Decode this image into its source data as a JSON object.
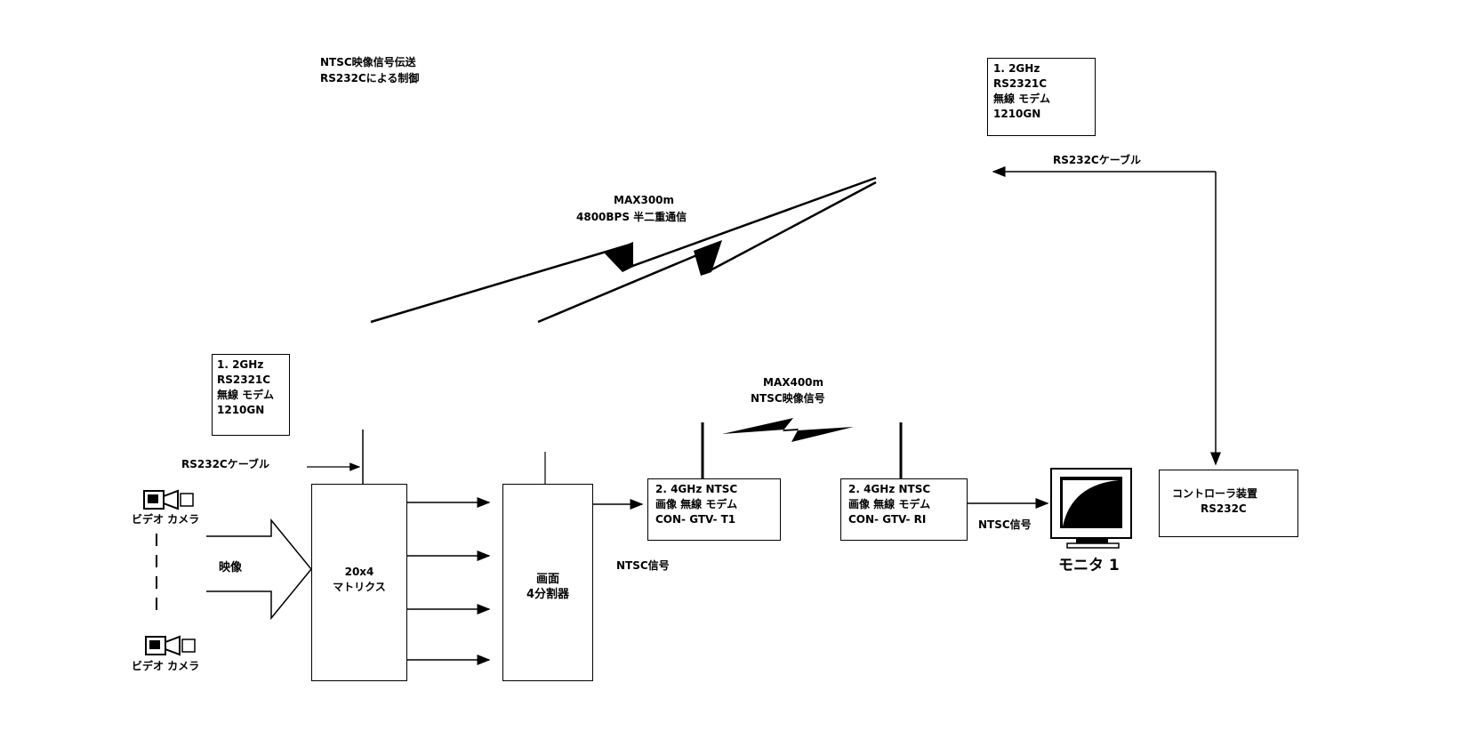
{
  "title_lines": [
    "NTSC映像信号伝送",
    "RS232Cによる制御"
  ],
  "modem_top": [
    "1. 2GHz",
    "RS2321C",
    "無線 モデム",
    "1210GN"
  ],
  "modem_left": [
    "1. 2GHz",
    "RS2321C",
    "無線 モデム",
    "1210GN"
  ],
  "cable_top": "RS232Cケーブル",
  "cable_left": "RS232Cケーブル",
  "link_top": [
    "MAX300m",
    "4800BPS 半二重通信"
  ],
  "link_mid": [
    "MAX400m",
    "NTSC映像信号"
  ],
  "camera_top": "ビデオ カメラ",
  "camera_bottom": "ビデオ カメラ",
  "video_label": "映像",
  "matrix": [
    "20x4",
    "マトリクス"
  ],
  "splitter": [
    "画面",
    "4分割器"
  ],
  "ntsc_signal_1": "NTSC信号",
  "ntsc_signal_2": "NTSC信号",
  "transmitter": [
    "2. 4GHz NTSC",
    "画像 無線 モデム",
    "CON- GTV- T1"
  ],
  "receiver": [
    "2. 4GHz NTSC",
    "画像 無線 モデム",
    "CON- GTV- RI"
  ],
  "monitor": "モニタ 1",
  "controller": [
    "コントローラ装置",
    "RS232C"
  ]
}
